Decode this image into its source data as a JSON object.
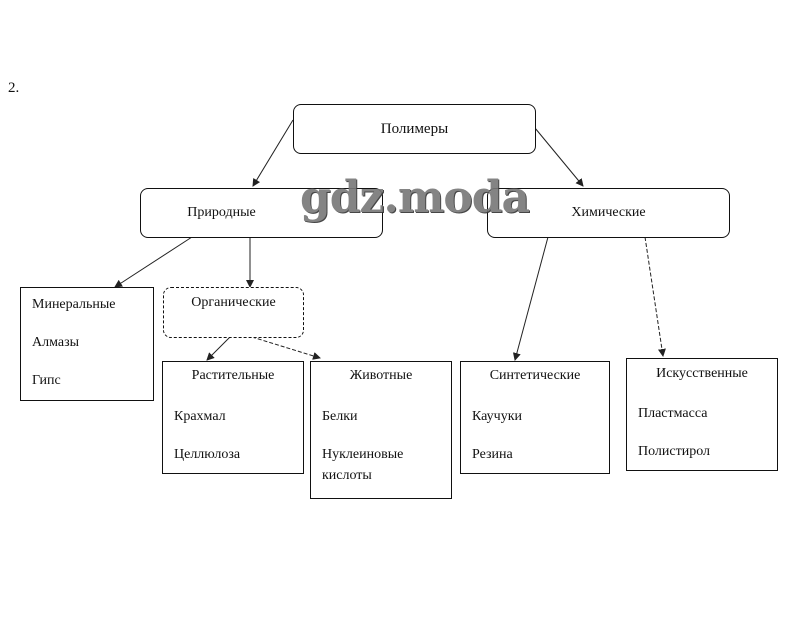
{
  "task_number": "2.",
  "watermark": "gdz.moda",
  "root": "Полимеры",
  "natural": {
    "label": "Природные",
    "mineral": {
      "label": "Минеральные",
      "items": [
        "Алмазы",
        "Гипс"
      ]
    },
    "organic": {
      "label": "Органические",
      "plant": {
        "label": "Растительные",
        "items": [
          "Крахмал",
          "Целлюлоза"
        ]
      },
      "animal": {
        "label": "Животные",
        "items": [
          "Белки",
          "Нуклеиновые кислоты"
        ]
      }
    }
  },
  "chemical": {
    "label": "Химические",
    "synthetic": {
      "label": "Синтетические",
      "items": [
        "Каучуки",
        "Резина"
      ]
    },
    "artificial": {
      "label": "Искусственные",
      "items": [
        "Пластмасса",
        "Полистирол"
      ]
    }
  }
}
